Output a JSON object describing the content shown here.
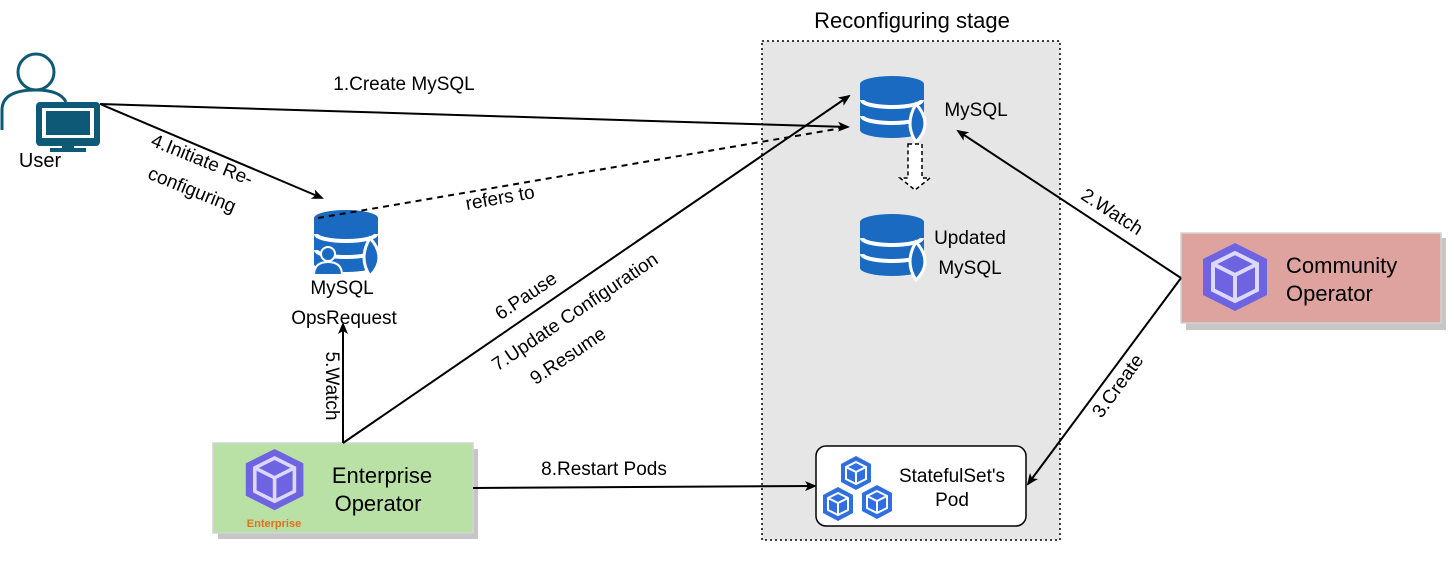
{
  "stage": {
    "title": "Reconfiguring stage"
  },
  "nodes": {
    "user": {
      "label": "User",
      "icon": "user-desktop-icon"
    },
    "mysql": {
      "label": "MySQL",
      "icon": "database-icon"
    },
    "updated_mysql": {
      "label_line1": "Updated",
      "label_line2": "MySQL",
      "icon": "database-icon"
    },
    "ops_request": {
      "label_line1": "MySQL",
      "label_line2": "OpsRequest",
      "icon": "database-user-icon"
    },
    "community_operator": {
      "label_line1": "Community",
      "label_line2": "Operator",
      "icon": "cube-icon",
      "color": "#dea39f"
    },
    "enterprise_operator": {
      "label_line1": "Enterprise",
      "label_line2": "Operator",
      "badge": "Enterprise",
      "icon": "cube-icon",
      "color": "#b9e0a5"
    },
    "statefulset_pod": {
      "label_line1": "StatefulSet's",
      "label_line2": "Pod",
      "icon": "pods-icon"
    }
  },
  "edges": {
    "create_mysql": "1.Create MySQL",
    "watch_community": "2.Watch",
    "create_pod": "3.Create",
    "initiate_line1": "4.Initiate Re-",
    "initiate_line2": "configuring",
    "watch_enterprise": "5.Watch",
    "pause": "6.Pause",
    "update_config": "7.Update Configuration",
    "restart_pods": "8.Restart Pods",
    "resume": "9.Resume",
    "refers_to": "refers to"
  },
  "colors": {
    "db_blue": "#1b6ac2",
    "user_teal": "#0e5a76",
    "cube_purple": "#6e63e0",
    "pod_blue": "#2f6fe0",
    "stage_fill": "#e6e6e6",
    "enterprise_badge": "#e0701e"
  }
}
